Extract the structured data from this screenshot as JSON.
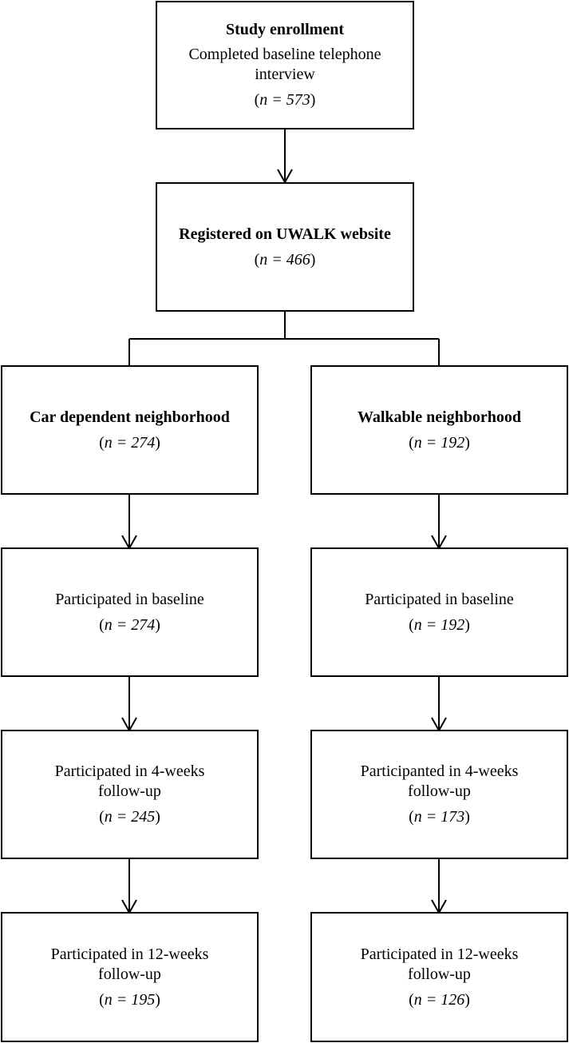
{
  "enrollment": {
    "title": "Study enrollment",
    "subtitle": "Completed baseline telephone interview",
    "n_prefix": "(",
    "n_text": "n = 573",
    "n_suffix": ")"
  },
  "registered": {
    "title": "Registered on UWALK website",
    "n_prefix": "(",
    "n_text": "n = 466",
    "n_suffix": ")"
  },
  "car": {
    "title": "Car dependent neighborhood",
    "n_text": "n = 274",
    "baseline": {
      "label": "Participated in baseline",
      "n_text": "n = 274"
    },
    "week4": {
      "label": "Participated in 4-weeks follow-up",
      "n_text": "n = 245"
    },
    "week12": {
      "label": "Participated in 12-weeks follow-up",
      "n_text": "n = 195"
    }
  },
  "walk": {
    "title": "Walkable neighborhood",
    "n_text": "n = 192",
    "baseline": {
      "label": "Participated in baseline",
      "n_text": "n = 192"
    },
    "week4": {
      "label": "Participanted in 4-weeks follow-up",
      "n_text": "n = 173"
    },
    "week12": {
      "label": "Participated in 12-weeks follow-up",
      "n_text": "n = 126"
    }
  },
  "paren_open": "(",
  "paren_close": ")"
}
